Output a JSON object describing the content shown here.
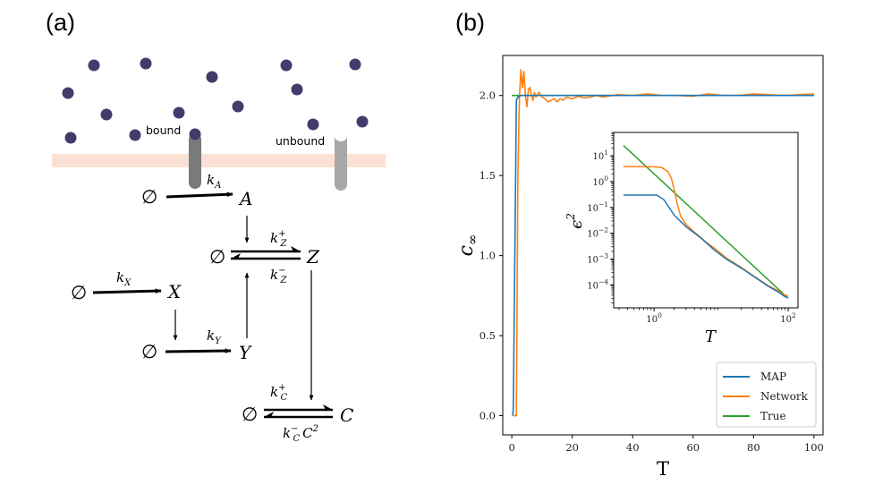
{
  "panels": {
    "a": {
      "label": "(a)",
      "bound_label": "bound",
      "unbound_label": "unbound",
      "empty_set": "∅",
      "species": {
        "A": "A",
        "Z": "Z",
        "X": "X",
        "Y": "Y",
        "C": "C"
      },
      "rates": {
        "kA": {
          "base": "k",
          "sub": "A"
        },
        "kZplus": {
          "base": "k",
          "sub": "Z",
          "sup": "+"
        },
        "kZminus": {
          "base": "k",
          "sub": "Z",
          "sup": "−"
        },
        "kX": {
          "base": "k",
          "sub": "X"
        },
        "kY": {
          "base": "k",
          "sub": "Y"
        },
        "kCplus": {
          "base": "k",
          "sub": "C",
          "sup": "+"
        },
        "kCminus": {
          "base": "k",
          "sub": "C",
          "sup": "−",
          "tail": "C",
          "tail_sup": "2"
        }
      }
    },
    "b": {
      "label": "(b)"
    }
  },
  "chart_data": [
    {
      "type": "line",
      "xlabel": "T",
      "ylabel": "c",
      "ylabel_sub": "∞",
      "xlim": [
        -3,
        103
      ],
      "ylim": [
        -0.12,
        2.25
      ],
      "xticks": [
        "0",
        "20",
        "40",
        "60",
        "80",
        "100"
      ],
      "yticks": [
        "0.0",
        "0.5",
        "1.0",
        "1.5",
        "2.0"
      ],
      "legend": {
        "placement": "lower-right",
        "entries": [
          "MAP",
          "Network",
          "True"
        ]
      },
      "series": [
        {
          "name": "MAP",
          "color": "#1f77b4",
          "x": [
            0.3,
            0.5,
            1.0,
            1.5,
            2.0,
            3.0,
            5,
            10,
            20,
            40,
            60,
            80,
            100
          ],
          "y": [
            0.0,
            0.05,
            1.0,
            1.97,
            1.99,
            2.0,
            2.0,
            2.0,
            2.0,
            2.0,
            2.0,
            2.0,
            2.0
          ]
        },
        {
          "name": "Network",
          "color": "#ff7f0e",
          "x": [
            0.5,
            1.0,
            1.5,
            2.0,
            2.5,
            3.0,
            3.5,
            4.0,
            4.5,
            5.0,
            5.5,
            6.0,
            6.5,
            7.0,
            7.5,
            8.0,
            8.5,
            9.0,
            10,
            11,
            12,
            13,
            14,
            15,
            16,
            17,
            18,
            20,
            22,
            24,
            26,
            28,
            30,
            35,
            40,
            45,
            50,
            55,
            60,
            65,
            70,
            75,
            80,
            85,
            90,
            95,
            100
          ],
          "y": [
            0.0,
            0.0,
            0.0,
            1.5,
            1.98,
            2.16,
            2.05,
            2.15,
            2.0,
            1.93,
            2.04,
            2.05,
            2.0,
            1.97,
            2.02,
            1.99,
            2.01,
            2.02,
            1.99,
            1.98,
            1.96,
            1.97,
            1.98,
            1.96,
            1.98,
            1.97,
            1.99,
            1.98,
            1.995,
            1.985,
            1.99,
            2.0,
            1.99,
            2.005,
            2.0,
            2.01,
            2.0,
            2.0,
            1.995,
            2.01,
            2.0,
            2.0,
            2.01,
            2.005,
            2.0,
            2.005,
            2.01
          ]
        },
        {
          "name": "True",
          "color": "#2ca02c",
          "x": [
            0,
            100
          ],
          "y": [
            2.0,
            2.0
          ]
        }
      ]
    },
    {
      "type": "line",
      "role": "inset",
      "xlabel": "T",
      "ylabel": "ϵ",
      "ylabel_sup": "2",
      "xscale": "log",
      "yscale": "log",
      "xlim": [
        0.25,
        140
      ],
      "ylim": [
        1.3e-05,
        80
      ],
      "xticks": [
        {
          "base": "10",
          "exp": "0",
          "value": 1
        },
        {
          "base": "10",
          "exp": "2",
          "value": 100
        }
      ],
      "yticks": [
        {
          "base": "10",
          "exp": "1",
          "value": 10
        },
        {
          "base": "10",
          "exp": "0",
          "value": 1
        },
        {
          "base": "10",
          "exp": "−1",
          "value": 0.1
        },
        {
          "base": "10",
          "exp": "−2",
          "value": 0.01
        },
        {
          "base": "10",
          "exp": "−3",
          "value": 0.001
        },
        {
          "base": "10",
          "exp": "−4",
          "value": 0.0001
        }
      ],
      "series": [
        {
          "name": "MAP",
          "color": "#1f77b4",
          "x": [
            0.35,
            0.5,
            0.7,
            0.9,
            1.1,
            1.4,
            2,
            3,
            5,
            8,
            12,
            20,
            30,
            50,
            70,
            90,
            100
          ],
          "y": [
            0.3,
            0.3,
            0.3,
            0.3,
            0.3,
            0.2,
            0.05,
            0.018,
            0.0065,
            0.0022,
            0.001,
            0.00045,
            0.00022,
            9e-05,
            5.5e-05,
            3.5e-05,
            3.2e-05
          ]
        },
        {
          "name": "Network",
          "color": "#ff7f0e",
          "x": [
            0.35,
            0.6,
            1.0,
            1.3,
            1.6,
            1.8,
            2.0,
            2.2,
            2.5,
            3,
            4,
            5,
            6,
            8,
            12,
            20,
            30,
            50,
            70,
            90,
            100
          ],
          "y": [
            3.8,
            3.8,
            3.75,
            3.5,
            2.5,
            1.4,
            0.5,
            0.15,
            0.045,
            0.022,
            0.011,
            0.0068,
            0.0045,
            0.0026,
            0.0011,
            0.00048,
            0.00023,
            9.5e-05,
            6e-05,
            4e-05,
            3.8e-05
          ]
        },
        {
          "name": "True",
          "color": "#2ca02c",
          "x": [
            0.35,
            100
          ],
          "y": [
            25,
            3.05e-05
          ]
        }
      ]
    }
  ]
}
